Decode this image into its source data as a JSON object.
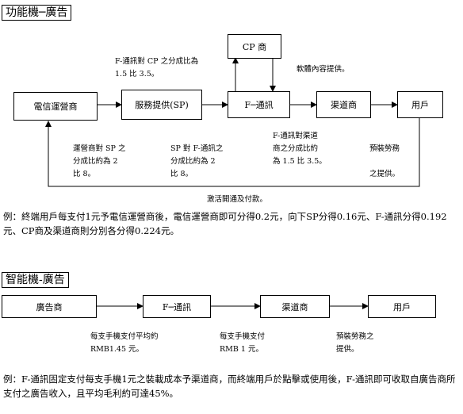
{
  "section1": {
    "title": "功能機─廣告",
    "boxes": {
      "carrier": "電信運營商",
      "sp": "服務提供(SP)",
      "ftel": "F─通訊",
      "cp": "CP 商",
      "channel": "渠道商",
      "user": "用戶"
    },
    "notes": {
      "ftel_to_cp": "F-通訊對 CP 之分成比為\n1.5 比 3.5。",
      "software": "軟體內容提供。",
      "carrier_to_sp": "運營商對 SP 之\n分成比約為 2\n比 8。",
      "sp_to_ftel": "SP 對 F-通訊之\n分成比約為 2\n比 8。",
      "ftel_to_channel": "F-通訊對渠道\n商之分成比約\n為 1.5 比 3.5。",
      "preinstall": "預裝勞務\n\n之提供。",
      "activation": "激活開通及付款。"
    },
    "example": "例：終端用戶每支付1元予電信運營商後，電信運營商即可分得0.2元，向下SP分得0.16元、F-通訊分得0.192元、CP商及渠道商則分別各分得0.224元。"
  },
  "section2": {
    "title": "智能機-廣告",
    "boxes": {
      "advertiser": "廣告商",
      "ftel": "F─通訊",
      "channel": "渠道商",
      "user": "用戶"
    },
    "notes": {
      "adv_pay": "每支手機支付平均約\nRMB1.45 元。",
      "ftel_pay": "每支手機支付\nRMB 1 元。",
      "preinstall": "預裝勞務之\n提供。"
    },
    "example": "例：F-通訊固定支付每支手機1元之裝載成本予渠道商，而終端用戶於點擊或使用後，F-通訊即可收取自廣告商所支付之廣告收入，且平均毛利約可達45%。"
  }
}
